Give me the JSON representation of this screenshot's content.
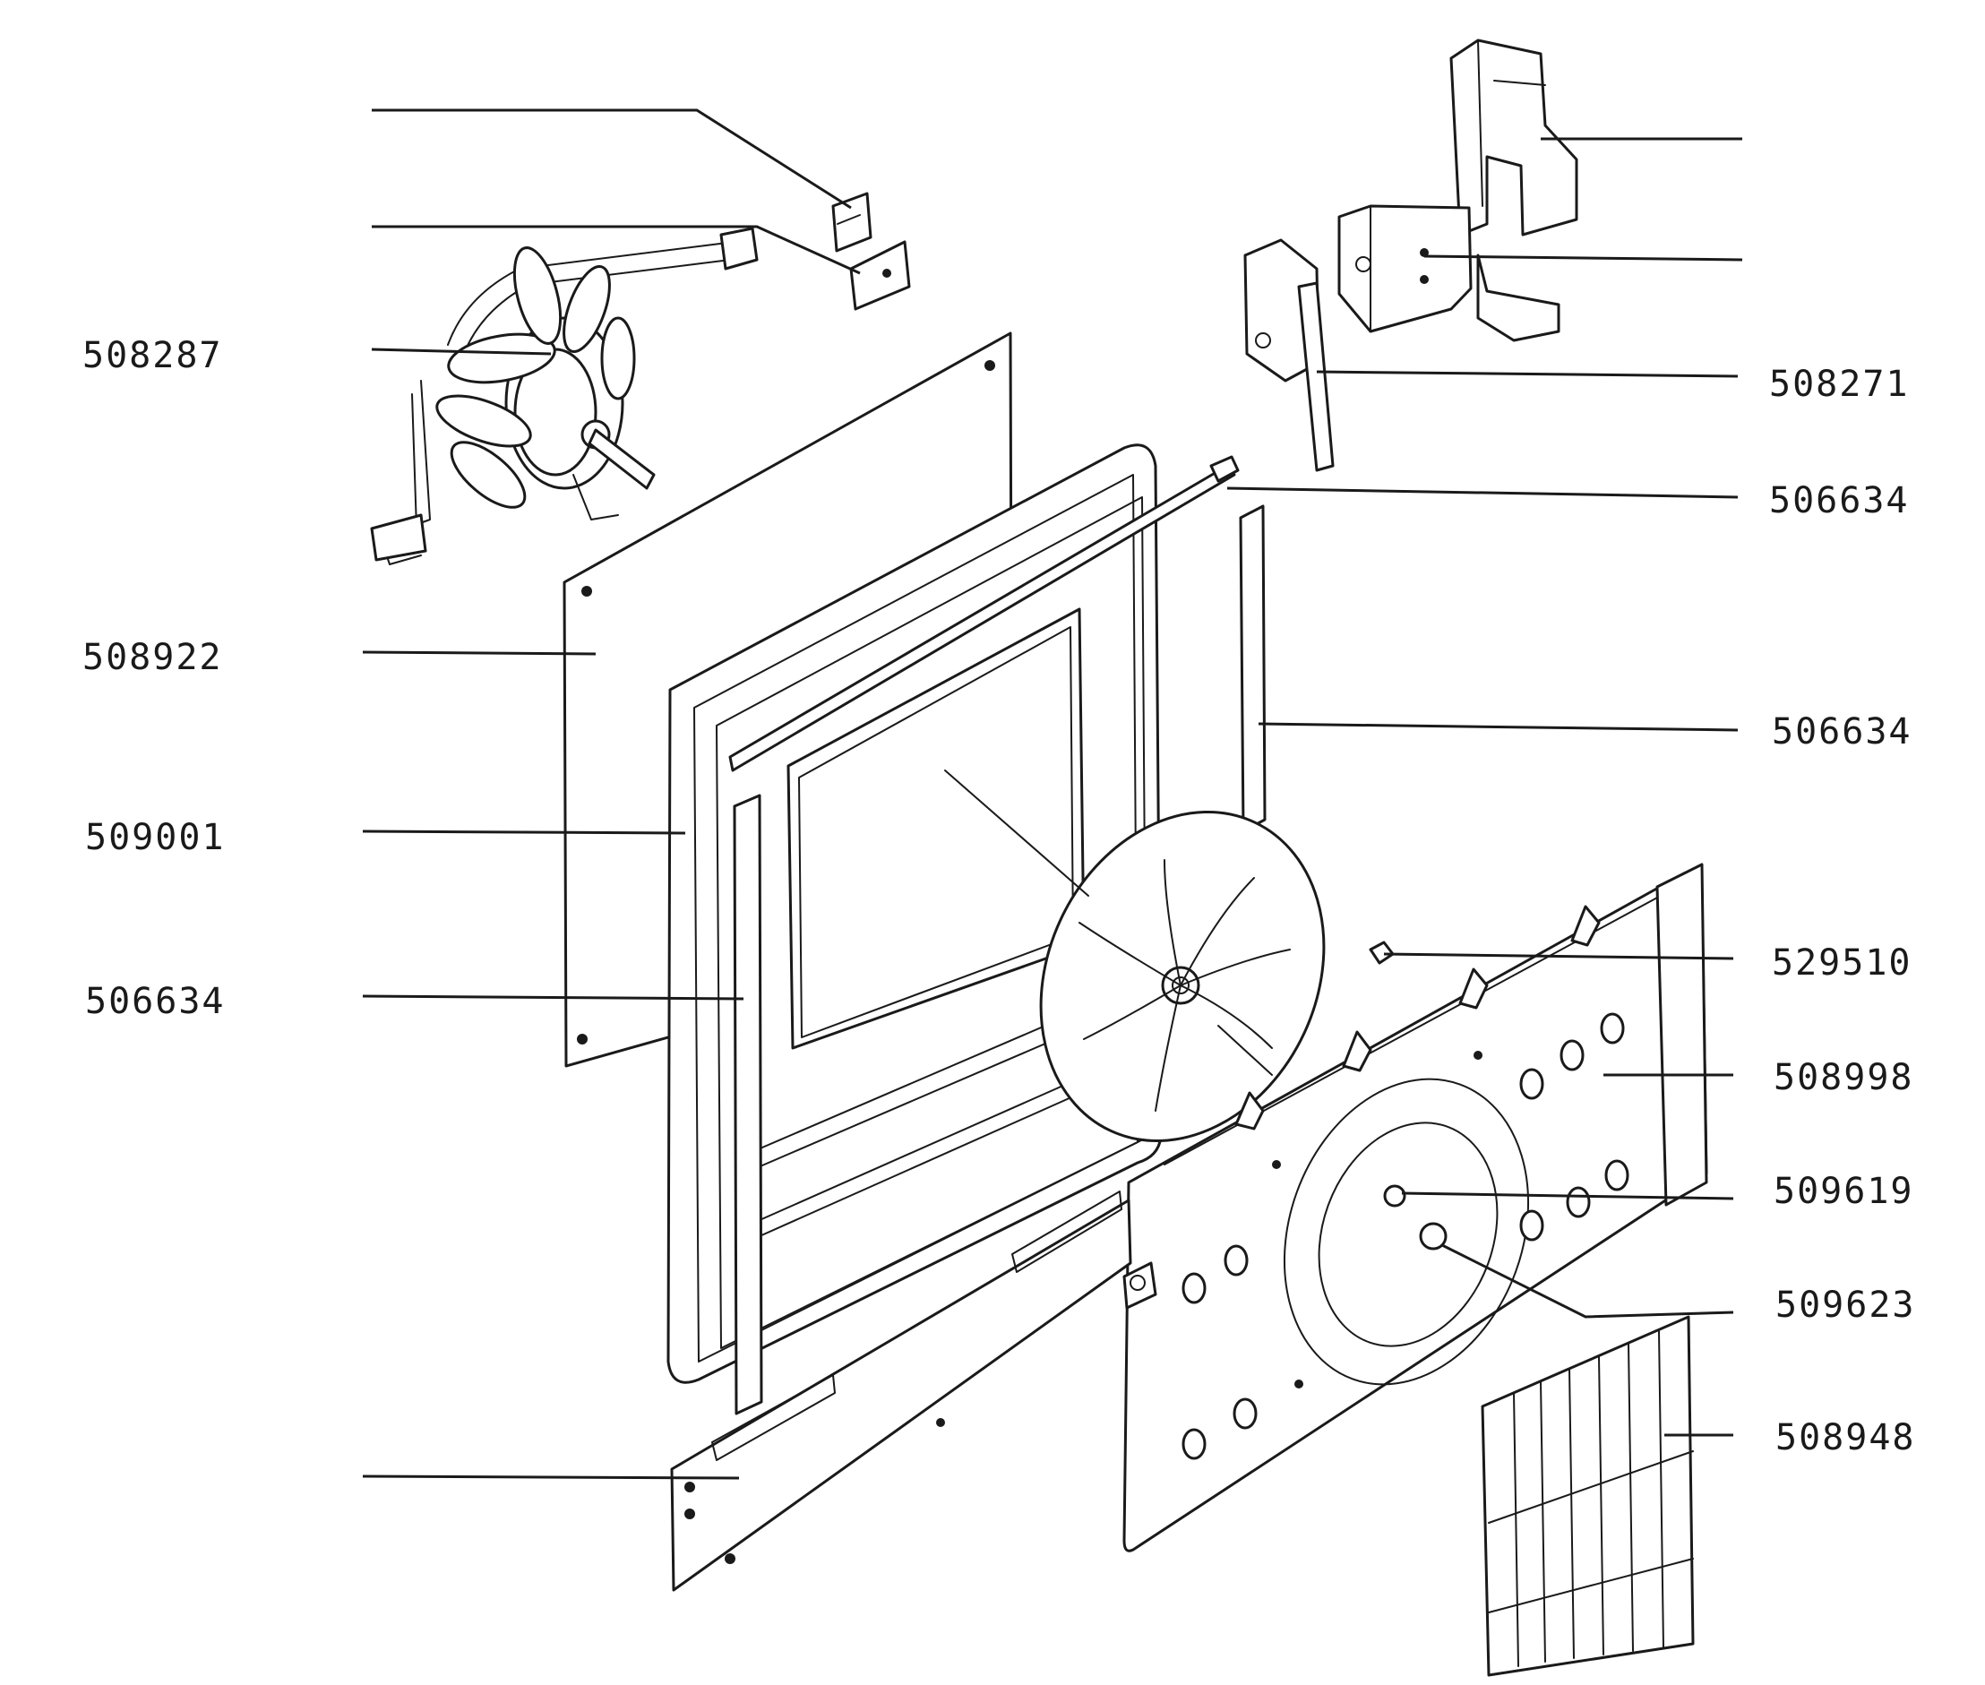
{
  "labels": {
    "fan_motor": "508287",
    "rear_panel": "508922",
    "door_frame": "509001",
    "seal_left": "506634",
    "seal_top": "506634",
    "seal_right": "506634",
    "switch": "508271",
    "clip": "529510",
    "back_plate": "508998",
    "nut": "509619",
    "washer": "509623",
    "grill": "508948"
  },
  "colors": {
    "ink": "#1a1a1a",
    "paper": "#ffffff"
  }
}
